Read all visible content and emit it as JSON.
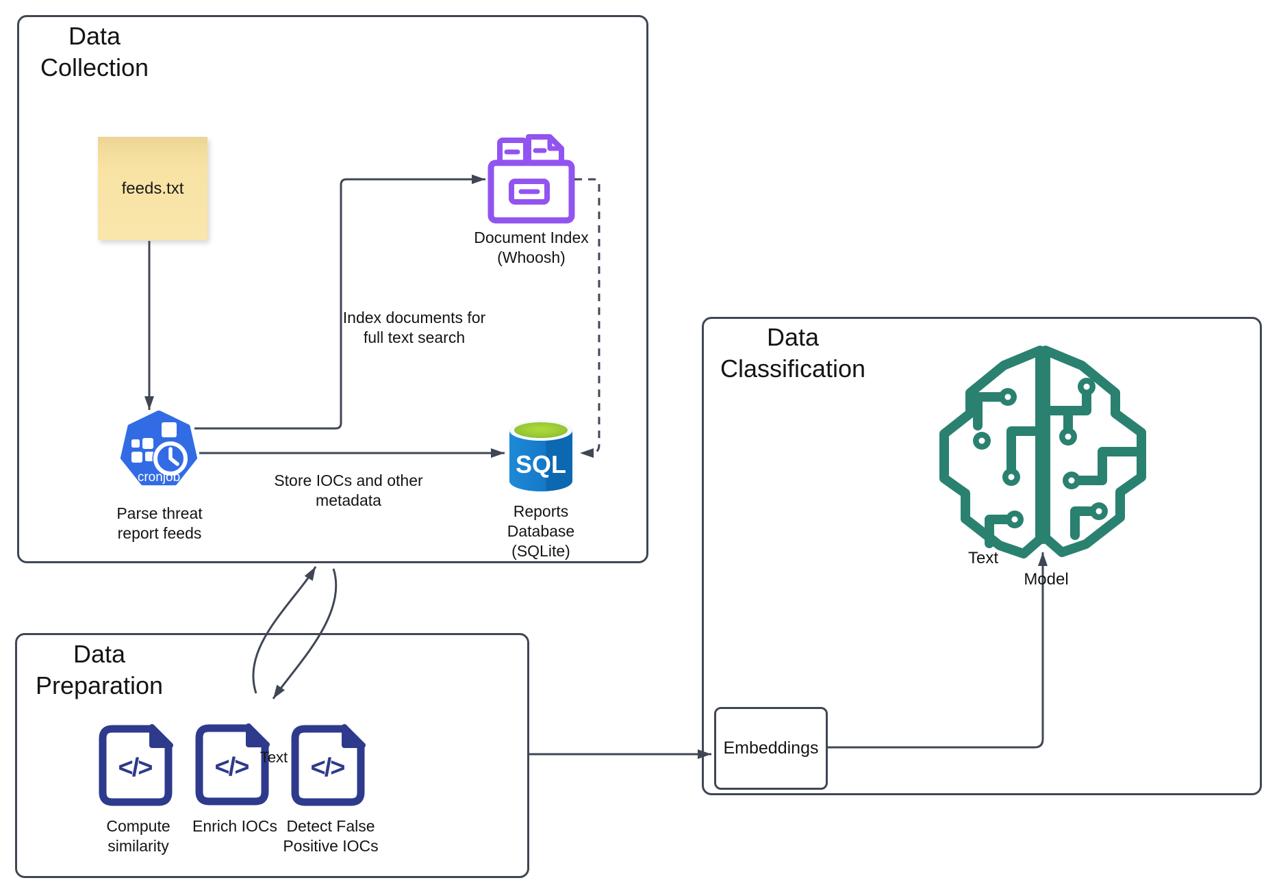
{
  "collection": {
    "title_line1": "Data",
    "title_line2": "Collection",
    "feeds_note_label": "feeds.txt",
    "cronjob_icon_label": "cronjob",
    "parse_label_line1": "Parse threat",
    "parse_label_line2": "report feeds",
    "index_annotation_line1": "Index documents for",
    "index_annotation_line2": "full text search",
    "store_annotation_line1": "Store IOCs and other",
    "store_annotation_line2": "metadata",
    "docindex_label_line1": "Document Index",
    "docindex_label_line2": "(Whoosh)",
    "sql_icon_text": "SQL",
    "db_label_line1": "Reports",
    "db_label_line2": "Database",
    "db_label_line3": "(SQLite)"
  },
  "preparation": {
    "title_line1": "Data",
    "title_line2": "Preparation",
    "code_glyph": "</>",
    "text_overlay": "Text",
    "items": [
      {
        "label_line1": "Compute",
        "label_line2": "similarity"
      },
      {
        "label_line1": "Enrich IOCs",
        "label_line2": ""
      },
      {
        "label_line1": "Detect False",
        "label_line2": "Positive IOCs"
      }
    ]
  },
  "classification": {
    "title_line1": "Data",
    "title_line2": "Classification",
    "embeddings_label": "Embeddings",
    "model_label_word1": "Text",
    "model_label_word2": "Model"
  },
  "colors": {
    "line": "#3F4654",
    "purple": "#9254F0",
    "k8s_blue": "#326CE5",
    "sql_blue": "#1478C8",
    "sql_green": "#9BCB39",
    "note_yellow": "#F8E3A4",
    "code_indigo": "#2E3A8C",
    "brain_teal": "#2A8170"
  }
}
